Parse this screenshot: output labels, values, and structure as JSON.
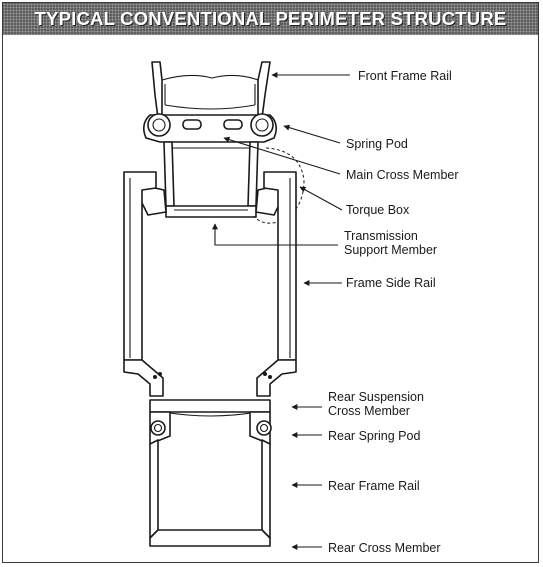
{
  "header": {
    "title": "TYPICAL CONVENTIONAL PERIMETER STRUCTURE"
  },
  "labels": {
    "front_frame_rail": "Front Frame Rail",
    "spring_pod": "Spring Pod",
    "main_cross_member": "Main Cross Member",
    "torque_box": "Torque Box",
    "transmission_support_member_1": "Transmission",
    "transmission_support_member_2": "Support Member",
    "frame_side_rail": "Frame Side Rail",
    "rear_suspension_cross_member_1": "Rear Suspension",
    "rear_suspension_cross_member_2": "Cross Member",
    "rear_spring_pod": "Rear Spring Pod",
    "rear_frame_rail": "Rear Frame Rail",
    "rear_cross_member": "Rear Cross Member"
  }
}
